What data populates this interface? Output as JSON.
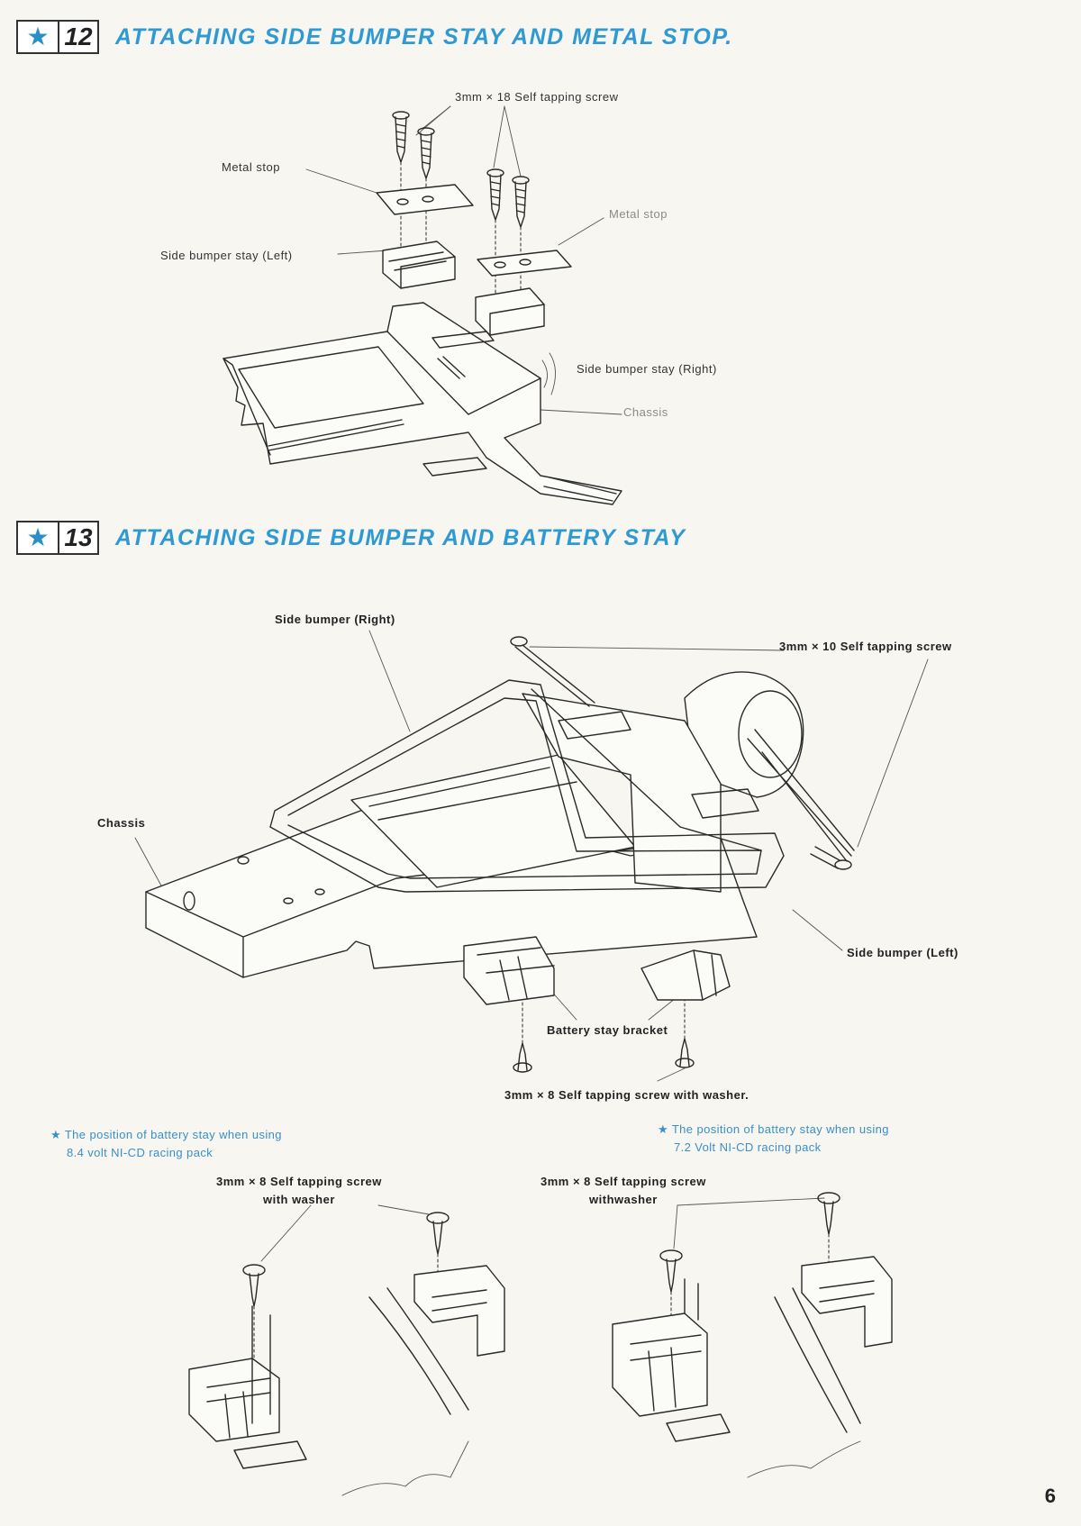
{
  "steps": [
    {
      "number": "12",
      "title": "ATTACHING SIDE BUMPER STAY AND METAL STOP.",
      "labels": {
        "screw": "3mm × 18 Self tapping screw",
        "metal_stop_left": "Metal stop",
        "metal_stop_right": "Metal stop",
        "stay_left": "Side bumper stay (Left)",
        "stay_right": "Side bumper stay (Right)",
        "chassis": "Chassis"
      }
    },
    {
      "number": "13",
      "title": "ATTACHING SIDE BUMPER AND BATTERY STAY",
      "labels": {
        "bumper_right": "Side bumper (Right)",
        "screw_top": "3mm × 10 Self tapping screw",
        "chassis": "Chassis",
        "bumper_left": "Side bumper (Left)",
        "bracket": "Battery stay bracket",
        "screw_bottom": "3mm × 8 Self tapping screw with washer."
      }
    }
  ],
  "notes": {
    "left": {
      "line1": "★ The position of battery stay when using",
      "line2": "8.4 volt NI-CD racing pack",
      "screw_line1": "3mm × 8 Self tapping screw",
      "screw_line2": "with washer"
    },
    "right": {
      "line1": "★ The position of battery stay when using",
      "line2": "7.2 Volt NI-CD racing pack",
      "screw_line1": "3mm × 8 Self tapping screw",
      "screw_line2": "withwasher"
    }
  },
  "page_number": "6",
  "colors": {
    "accent": "#2f9ad2",
    "text": "#222222",
    "paper": "#f7f6f1"
  },
  "icons": {
    "badge": "star-icon"
  }
}
